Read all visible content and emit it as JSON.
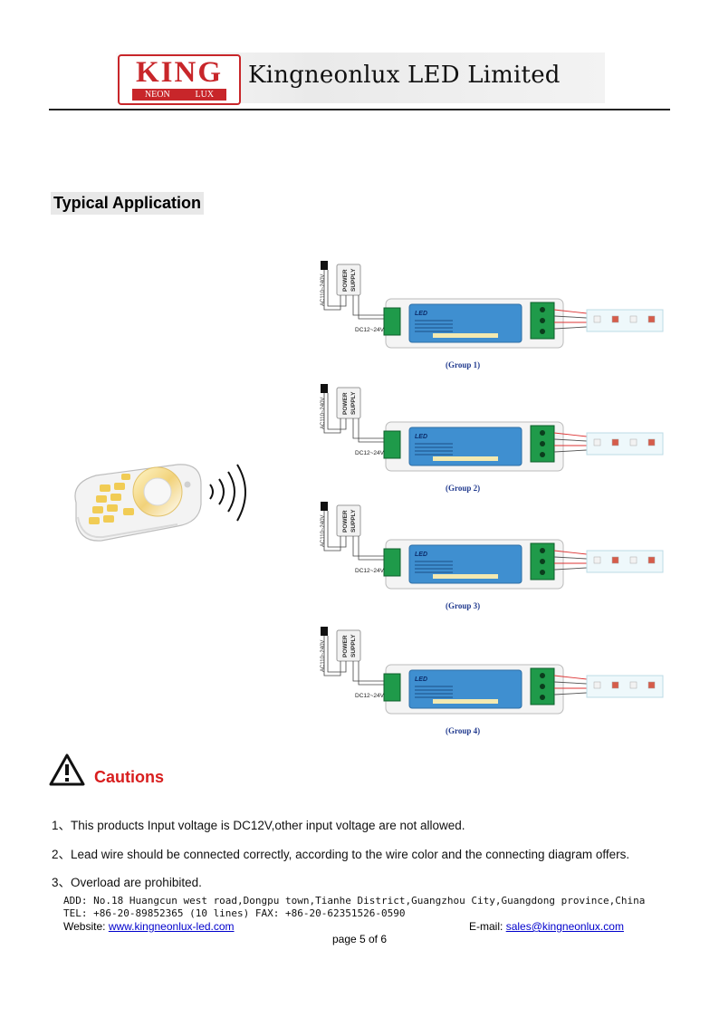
{
  "header": {
    "logo_main": "KING",
    "logo_left": "NEON",
    "logo_right": "LUX",
    "company": "Kingneonlux LED Limited"
  },
  "section_title": "Typical Application",
  "groups": [
    {
      "label": "(Group 1)",
      "dc": "DC12~24V",
      "ac": "AC110~240V",
      "psu_line1": "POWER",
      "psu_line2": "SUPPLY"
    },
    {
      "label": "(Group 2)",
      "dc": "DC12~24V",
      "ac": "AC110~240V",
      "psu_line1": "POWER",
      "psu_line2": "SUPPLY"
    },
    {
      "label": "(Group 3)",
      "dc": "DC12~24V",
      "ac": "AC110~240V",
      "psu_line1": "POWER",
      "psu_line2": "SUPPLY"
    },
    {
      "label": "(Group 4)",
      "dc": "DC12~24V",
      "ac": "AC110~240V",
      "psu_line1": "POWER",
      "psu_line2": "SUPPLY"
    }
  ],
  "controller_brand": "LED",
  "cautions": {
    "title": "Cautions",
    "items": [
      "1、This products Input voltage is DC12V,other input voltage are not allowed.",
      "2、Lead wire should be connected correctly, according to the wire color and the connecting diagram offers.",
      "3、Overload are prohibited."
    ]
  },
  "footer": {
    "address": "ADD: No.18 Huangcun west road,Dongpu town,Tianhe District,Guangzhou City,Guangdong province,China",
    "tel": "TEL: +86-20-89852365 (10 lines) FAX: +86-20-62351526-0590",
    "website_label": "Website:",
    "website": "www.kingneonlux-led.com",
    "email_label": "E-mail:",
    "email": "sales@kingneonlux.com",
    "page": "page 5 of 6"
  },
  "colors": {
    "brand_red": "#c8262a",
    "caution_red": "#d81e1e",
    "link_blue": "#0000cc",
    "controller_blue": "#3f8fd0"
  }
}
